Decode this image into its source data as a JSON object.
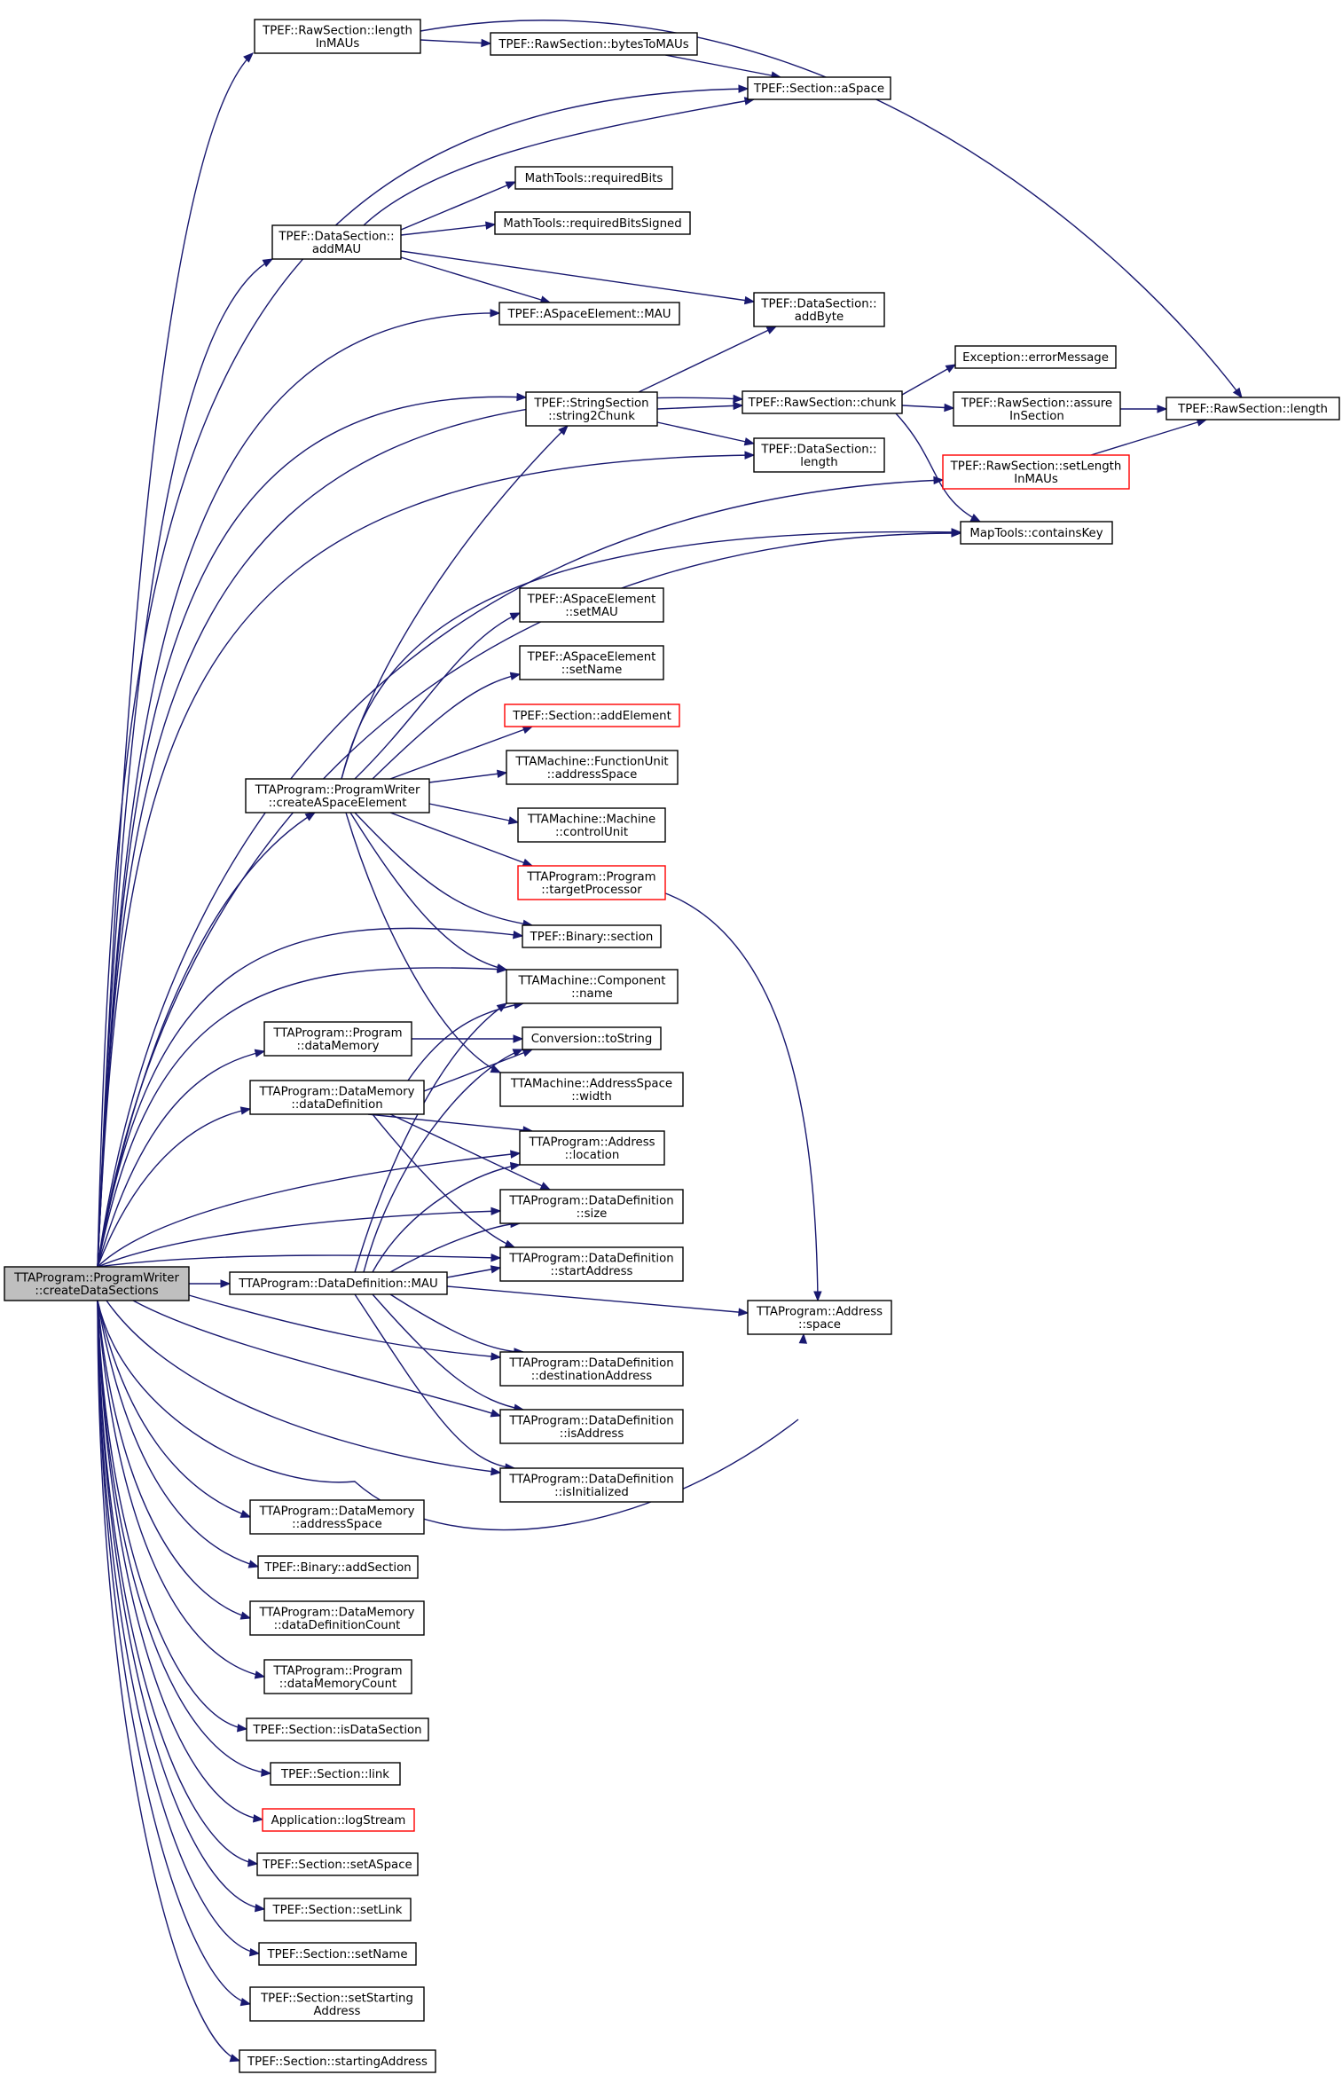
{
  "colors": {
    "edge": "#191970",
    "node_border": "#000000",
    "truncated_border": "#ff0000",
    "root_fill": "#bfbfbf",
    "node_fill": "#ffffff"
  },
  "graph": {
    "nodes": [
      {
        "id": "root",
        "lines": [
          "TTAProgram::ProgramWriter",
          "::createDataSections"
        ],
        "root": true
      },
      {
        "id": "rs_lengthInMAUs",
        "lines": [
          "TPEF::RawSection::length",
          "InMAUs"
        ]
      },
      {
        "id": "rs_bytesToMAUs",
        "lines": [
          "TPEF::RawSection::bytesToMAUs"
        ]
      },
      {
        "id": "sec_aSpace",
        "lines": [
          "TPEF::Section::aSpace"
        ]
      },
      {
        "id": "mt_requiredBits",
        "lines": [
          "MathTools::requiredBits"
        ]
      },
      {
        "id": "mt_requiredBitsSigned",
        "lines": [
          "MathTools::requiredBitsSigned"
        ]
      },
      {
        "id": "ds_addMAU",
        "lines": [
          "TPEF::DataSection::",
          "addMAU"
        ]
      },
      {
        "id": "ds_addByte",
        "lines": [
          "TPEF::DataSection::",
          "addByte"
        ]
      },
      {
        "id": "ase_MAU",
        "lines": [
          "TPEF::ASpaceElement::MAU"
        ]
      },
      {
        "id": "ex_errorMessage",
        "lines": [
          "Exception::errorMessage"
        ]
      },
      {
        "id": "ss_string2Chunk",
        "lines": [
          "TPEF::StringSection",
          "::string2Chunk"
        ]
      },
      {
        "id": "rs_chunk",
        "lines": [
          "TPEF::RawSection::chunk"
        ]
      },
      {
        "id": "rs_assureInSection",
        "lines": [
          "TPEF::RawSection::assure",
          "InSection"
        ]
      },
      {
        "id": "rs_length",
        "lines": [
          "TPEF::RawSection::length"
        ]
      },
      {
        "id": "ds_length",
        "lines": [
          "TPEF::DataSection::",
          "length"
        ]
      },
      {
        "id": "rs_setLengthInMAUs",
        "lines": [
          "TPEF::RawSection::setLength",
          "InMAUs"
        ],
        "truncated": true
      },
      {
        "id": "mt_containsKey",
        "lines": [
          "MapTools::containsKey"
        ]
      },
      {
        "id": "ase_setMAU",
        "lines": [
          "TPEF::ASpaceElement",
          "::setMAU"
        ]
      },
      {
        "id": "ase_setName",
        "lines": [
          "TPEF::ASpaceElement",
          "::setName"
        ]
      },
      {
        "id": "sec_addElement",
        "lines": [
          "TPEF::Section::addElement"
        ],
        "truncated": true
      },
      {
        "id": "pw_createASpaceElement",
        "lines": [
          "TTAProgram::ProgramWriter",
          "::createASpaceElement"
        ]
      },
      {
        "id": "fu_addressSpace",
        "lines": [
          "TTAMachine::FunctionUnit",
          "::addressSpace"
        ]
      },
      {
        "id": "m_controlUnit",
        "lines": [
          "TTAMachine::Machine",
          "::controlUnit"
        ]
      },
      {
        "id": "p_targetProcessor",
        "lines": [
          "TTAProgram::Program",
          "::targetProcessor"
        ],
        "truncated": true
      },
      {
        "id": "bin_section",
        "lines": [
          "TPEF::Binary::section"
        ]
      },
      {
        "id": "comp_name",
        "lines": [
          "TTAMachine::Component",
          "::name"
        ]
      },
      {
        "id": "p_dataMemory",
        "lines": [
          "TTAProgram::Program",
          "::dataMemory"
        ]
      },
      {
        "id": "conv_toString",
        "lines": [
          "Conversion::toString"
        ]
      },
      {
        "id": "dm_dataDefinition",
        "lines": [
          "TTAProgram::DataMemory",
          "::dataDefinition"
        ]
      },
      {
        "id": "as_width",
        "lines": [
          "TTAMachine::AddressSpace",
          "::width"
        ]
      },
      {
        "id": "addr_location",
        "lines": [
          "TTAProgram::Address",
          "::location"
        ]
      },
      {
        "id": "dd_size",
        "lines": [
          "TTAProgram::DataDefinition",
          "::size"
        ]
      },
      {
        "id": "dd_startAddress",
        "lines": [
          "TTAProgram::DataDefinition",
          "::startAddress"
        ]
      },
      {
        "id": "dd_MAU",
        "lines": [
          "TTAProgram::DataDefinition::MAU"
        ]
      },
      {
        "id": "addr_space",
        "lines": [
          "TTAProgram::Address",
          "::space"
        ]
      },
      {
        "id": "dd_destinationAddress",
        "lines": [
          "TTAProgram::DataDefinition",
          "::destinationAddress"
        ]
      },
      {
        "id": "dd_isAddress",
        "lines": [
          "TTAProgram::DataDefinition",
          "::isAddress"
        ]
      },
      {
        "id": "dd_isInitialized",
        "lines": [
          "TTAProgram::DataDefinition",
          "::isInitialized"
        ]
      },
      {
        "id": "dm_addressSpace",
        "lines": [
          "TTAProgram::DataMemory",
          "::addressSpace"
        ]
      },
      {
        "id": "bin_addSection",
        "lines": [
          "TPEF::Binary::addSection"
        ]
      },
      {
        "id": "dm_dataDefinitionCount",
        "lines": [
          "TTAProgram::DataMemory",
          "::dataDefinitionCount"
        ]
      },
      {
        "id": "p_dataMemoryCount",
        "lines": [
          "TTAProgram::Program",
          "::dataMemoryCount"
        ]
      },
      {
        "id": "sec_isDataSection",
        "lines": [
          "TPEF::Section::isDataSection"
        ]
      },
      {
        "id": "sec_link",
        "lines": [
          "TPEF::Section::link"
        ]
      },
      {
        "id": "app_logStream",
        "lines": [
          "Application::logStream"
        ],
        "truncated": true
      },
      {
        "id": "sec_setASpace",
        "lines": [
          "TPEF::Section::setASpace"
        ]
      },
      {
        "id": "sec_setLink",
        "lines": [
          "TPEF::Section::setLink"
        ]
      },
      {
        "id": "sec_setName",
        "lines": [
          "TPEF::Section::setName"
        ]
      },
      {
        "id": "sec_setStartingAddress",
        "lines": [
          "TPEF::Section::setStarting",
          "Address"
        ]
      },
      {
        "id": "sec_startingAddress",
        "lines": [
          "TPEF::Section::startingAddress"
        ]
      }
    ]
  }
}
